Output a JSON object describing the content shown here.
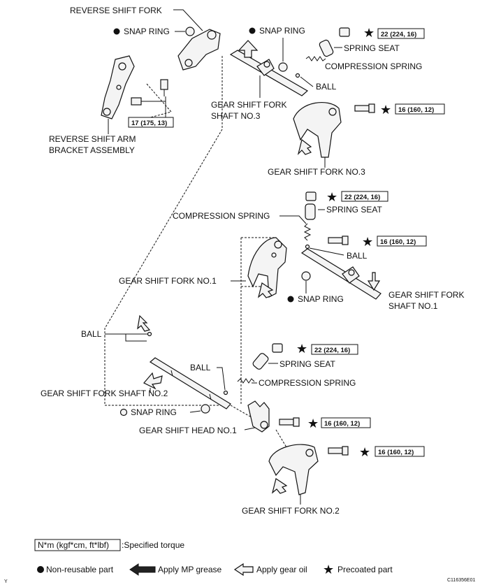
{
  "labels": {
    "reverse_shift_fork": "REVERSE SHIFT FORK",
    "snap_ring": "SNAP RING",
    "spring_seat": "SPRING SEAT",
    "compression_spring": "COMPRESSION SPRING",
    "ball": "BALL",
    "gear_shift_fork_shaft_no3_line1": "GEAR SHIFT FORK",
    "gear_shift_fork_shaft_no3_line2": "SHAFT NO.3",
    "reverse_shift_arm_line1": "REVERSE SHIFT ARM",
    "reverse_shift_arm_line2": "BRACKET ASSEMBLY",
    "gear_shift_fork_no3": "GEAR SHIFT FORK NO.3",
    "gear_shift_fork_no1": "GEAR SHIFT FORK NO.1",
    "gear_shift_fork_shaft_no1_line1": "GEAR SHIFT FORK",
    "gear_shift_fork_shaft_no1_line2": "SHAFT NO.1",
    "gear_shift_fork_shaft_no2": "GEAR SHIFT FORK SHAFT NO.2",
    "gear_shift_head_no1": "GEAR SHIFT HEAD NO.1",
    "gear_shift_fork_no2": "GEAR SHIFT FORK NO.2"
  },
  "torques": {
    "t22": "22 (224, 16)",
    "t16": "16 (160, 12)",
    "t17": "17 (175, 13)"
  },
  "legend": {
    "torque_box": "N*m (kgf*cm, ft*lbf)",
    "torque_desc": ":Specified torque",
    "non_reusable": "Non-reusable part",
    "mp_grease": "Apply MP grease",
    "gear_oil": "Apply gear oil",
    "precoated": "Precoated part"
  },
  "footer": {
    "corner_mark": "Y",
    "figure_id": "C116356E01"
  }
}
